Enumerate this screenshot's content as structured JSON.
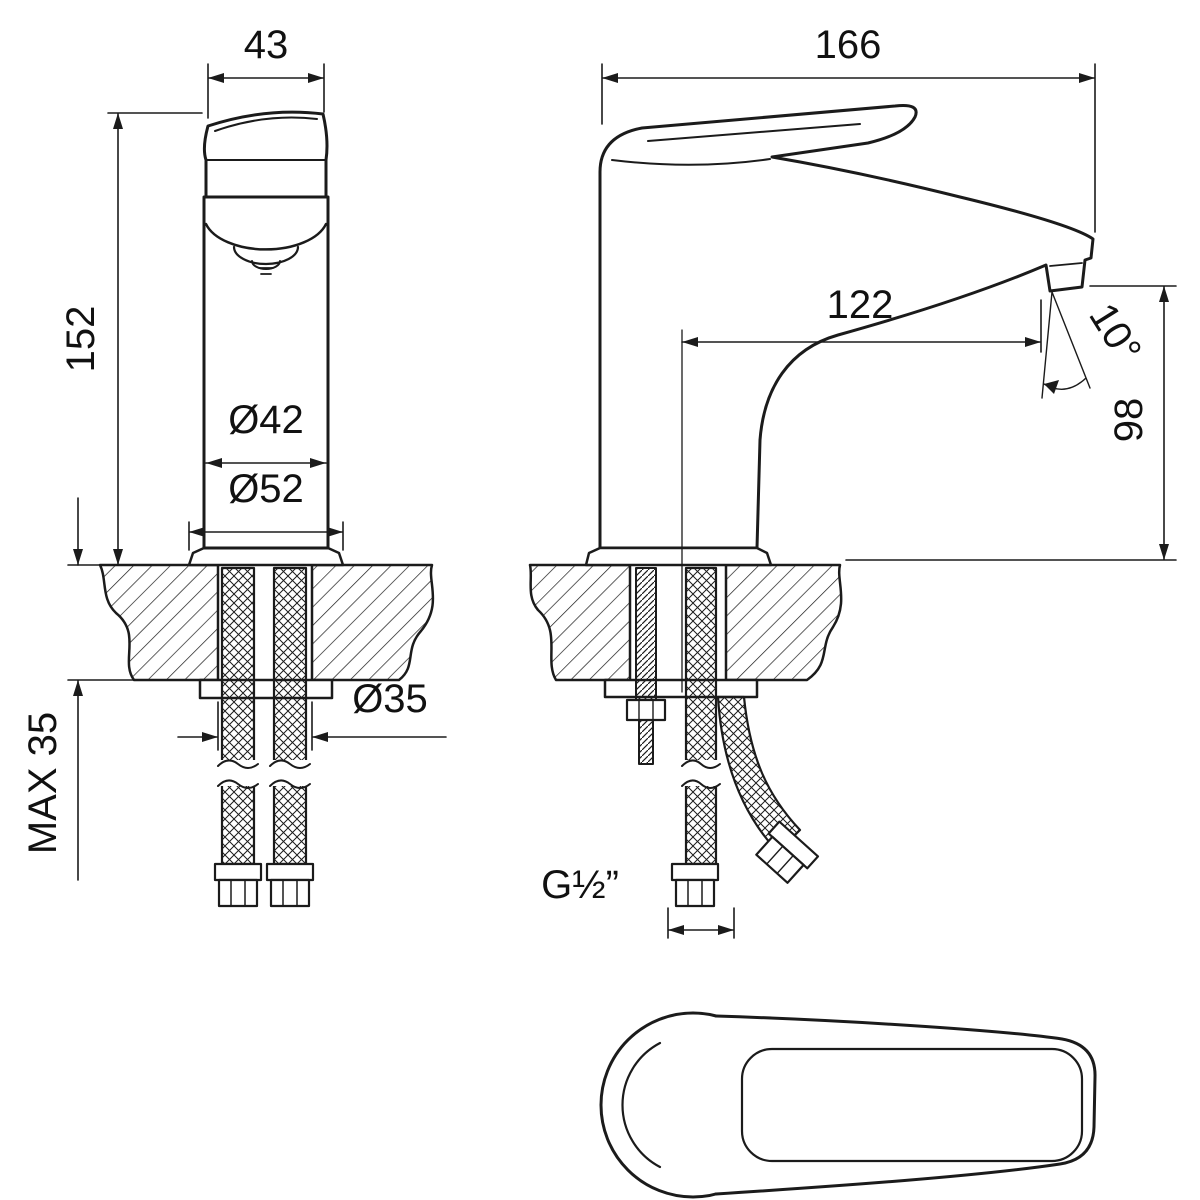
{
  "drawing": {
    "type": "technical-drawing",
    "subject": "single-lever basin mixer faucet, three orthographic views",
    "line_color": "#1b1b1b",
    "background": "#ffffff"
  },
  "dims": {
    "front": {
      "spout_width": "43",
      "height": "152",
      "body_diameter": "Ø42",
      "base_diameter": "Ø52",
      "hole_diameter": "Ø35",
      "max_thickness": "MAX 35"
    },
    "side": {
      "length": "166",
      "reach": "122",
      "angle": "10°",
      "outlet_height": "98",
      "thread": "G½”"
    }
  }
}
